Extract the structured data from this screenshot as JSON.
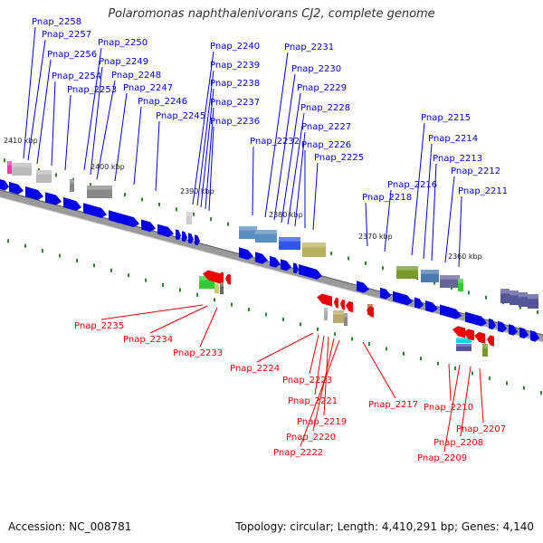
{
  "title": "Polaromonas naphthalenivorans CJ2, complete genome",
  "footer": {
    "accession": "Accession: NC_008781",
    "summary": "Topology: circular; Length: 4,410,291 bp; Genes: 4,140"
  },
  "colors": {
    "forward": "#0000e6",
    "reverse": "#ee0000",
    "backbone": "#888888",
    "tick": "#2a8a2a"
  },
  "kbp_labels": [
    "2410 kbp",
    "2400 kbp",
    "2390 kbp",
    "2380 kbp",
    "2370 kbp",
    "2360 kbp"
  ],
  "forward_genes": [
    "Pnap_2258",
    "Pnap_2257",
    "Pnap_2256",
    "Pnap_2254",
    "Pnap_2253",
    "Pnap_2250",
    "Pnap_2249",
    "Pnap_2248",
    "Pnap_2247",
    "Pnap_2246",
    "Pnap_2245",
    "Pnap_2240",
    "Pnap_2239",
    "Pnap_2238",
    "Pnap_2237",
    "Pnap_2236",
    "Pnap_2231",
    "Pnap_2230",
    "Pnap_2229",
    "Pnap_2228",
    "Pnap_2227",
    "Pnap_2226",
    "Pnap_2225",
    "Pnap_2232",
    "Pnap_2215",
    "Pnap_2214",
    "Pnap_2213",
    "Pnap_2212",
    "Pnap_2216",
    "Pnap_2218",
    "Pnap_2211"
  ],
  "reverse_genes": [
    "Pnap_2235",
    "Pnap_2234",
    "Pnap_2233",
    "Pnap_2224",
    "Pnap_2223",
    "Pnap_2221",
    "Pnap_2219",
    "Pnap_2220",
    "Pnap_2222",
    "Pnap_2217",
    "Pnap_2210",
    "Pnap_2207",
    "Pnap_2208",
    "Pnap_2209"
  ]
}
